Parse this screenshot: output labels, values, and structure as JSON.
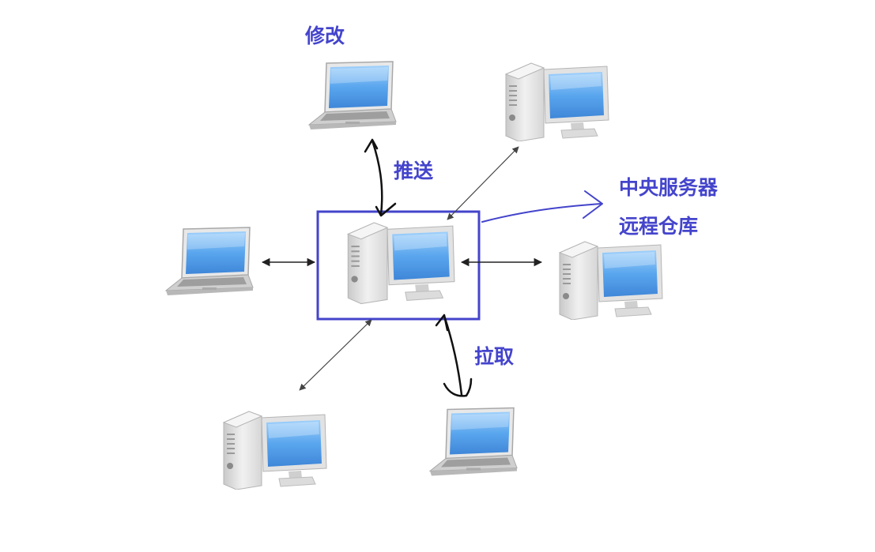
{
  "labels": {
    "modify": "修改",
    "push": "推送",
    "central_server": "中央服务器",
    "remote_repo": "远程仓库",
    "pull": "拉取"
  },
  "colors": {
    "label": "#4444cc",
    "highlight_box": "#4444cc",
    "screen": "#5aa6ee",
    "device_body": "#d8d8d8",
    "arrow": "#222222"
  },
  "icons": {
    "center": "desktop-computer-icon",
    "top": "laptop-icon",
    "top_right": "desktop-computer-icon",
    "left": "laptop-icon",
    "right": "desktop-computer-icon",
    "bottom_left": "desktop-computer-icon",
    "bottom_right": "laptop-icon"
  }
}
